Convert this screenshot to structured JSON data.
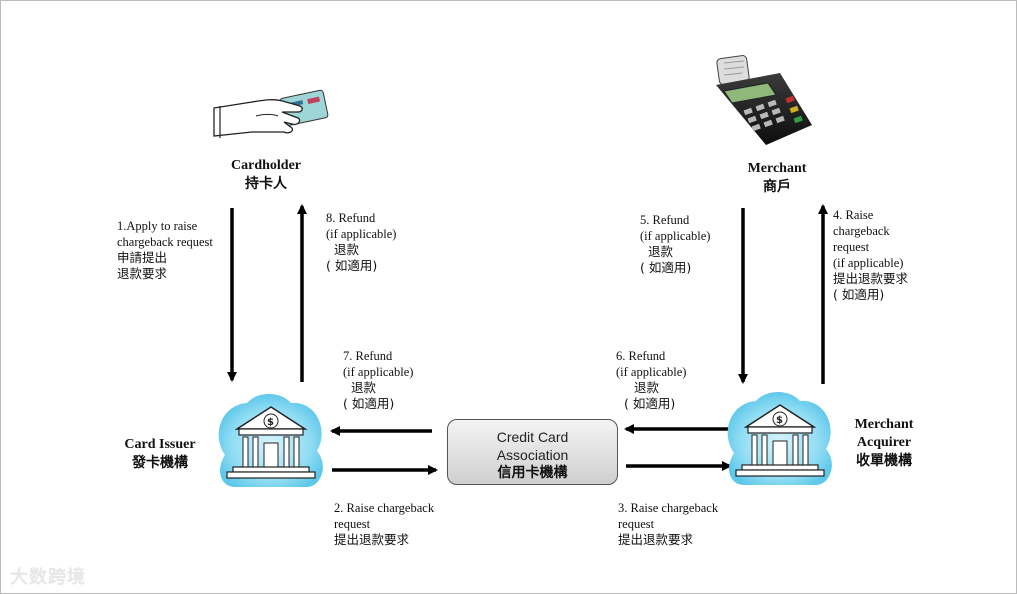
{
  "nodes": {
    "cardholder": {
      "en": "Cardholder",
      "zh": "持卡人"
    },
    "merchant": {
      "en": "Merchant",
      "zh": "商戶"
    },
    "issuer": {
      "en": "Card Issuer",
      "zh": "發卡機構"
    },
    "acquirer": {
      "en1": "Merchant",
      "en2": "Acquirer",
      "zh": "收單機構"
    },
    "association": {
      "en1": "Credit Card",
      "en2": "Association",
      "zh": "信用卡機構"
    }
  },
  "steps": {
    "s1": {
      "line1": "1.Apply to raise",
      "line2": "chargeback request",
      "zh1": "申請提出",
      "zh2": "退款要求"
    },
    "s2": {
      "line1": "2. Raise chargeback",
      "line2": "request",
      "zh1": "提出退款要求"
    },
    "s3": {
      "line1": "3. Raise chargeback",
      "line2": "request",
      "zh1": "提出退款要求"
    },
    "s4": {
      "line1": "4. Raise",
      "line2": "chargeback",
      "line3": "request",
      "line4": "(if applicable)",
      "zh1": "提出退款要求",
      "zh2": "( 如適用)"
    },
    "s5": {
      "line1": "5. Refund",
      "line2": "(if applicable)",
      "zh1": "退款",
      "zh2": "( 如適用)"
    },
    "s6": {
      "line1": "6. Refund",
      "line2": "(if applicable)",
      "zh1": "退款",
      "zh2": "( 如適用)"
    },
    "s7": {
      "line1": "7. Refund",
      "line2": "(if applicable)",
      "zh1": "退款",
      "zh2": "( 如適用)"
    },
    "s8": {
      "line1": "8. Refund",
      "line2": "(if applicable)",
      "zh1": "退款",
      "zh2": "( 如適用)"
    }
  },
  "watermark": "大数跨境",
  "icons": [
    "hand-card-icon",
    "pos-terminal-icon",
    "bank-icon",
    "dollar-icon"
  ],
  "colors": {
    "bank_glow": "#7fd6f0",
    "bank_body": "#ffffff",
    "arrow": "#000000"
  }
}
